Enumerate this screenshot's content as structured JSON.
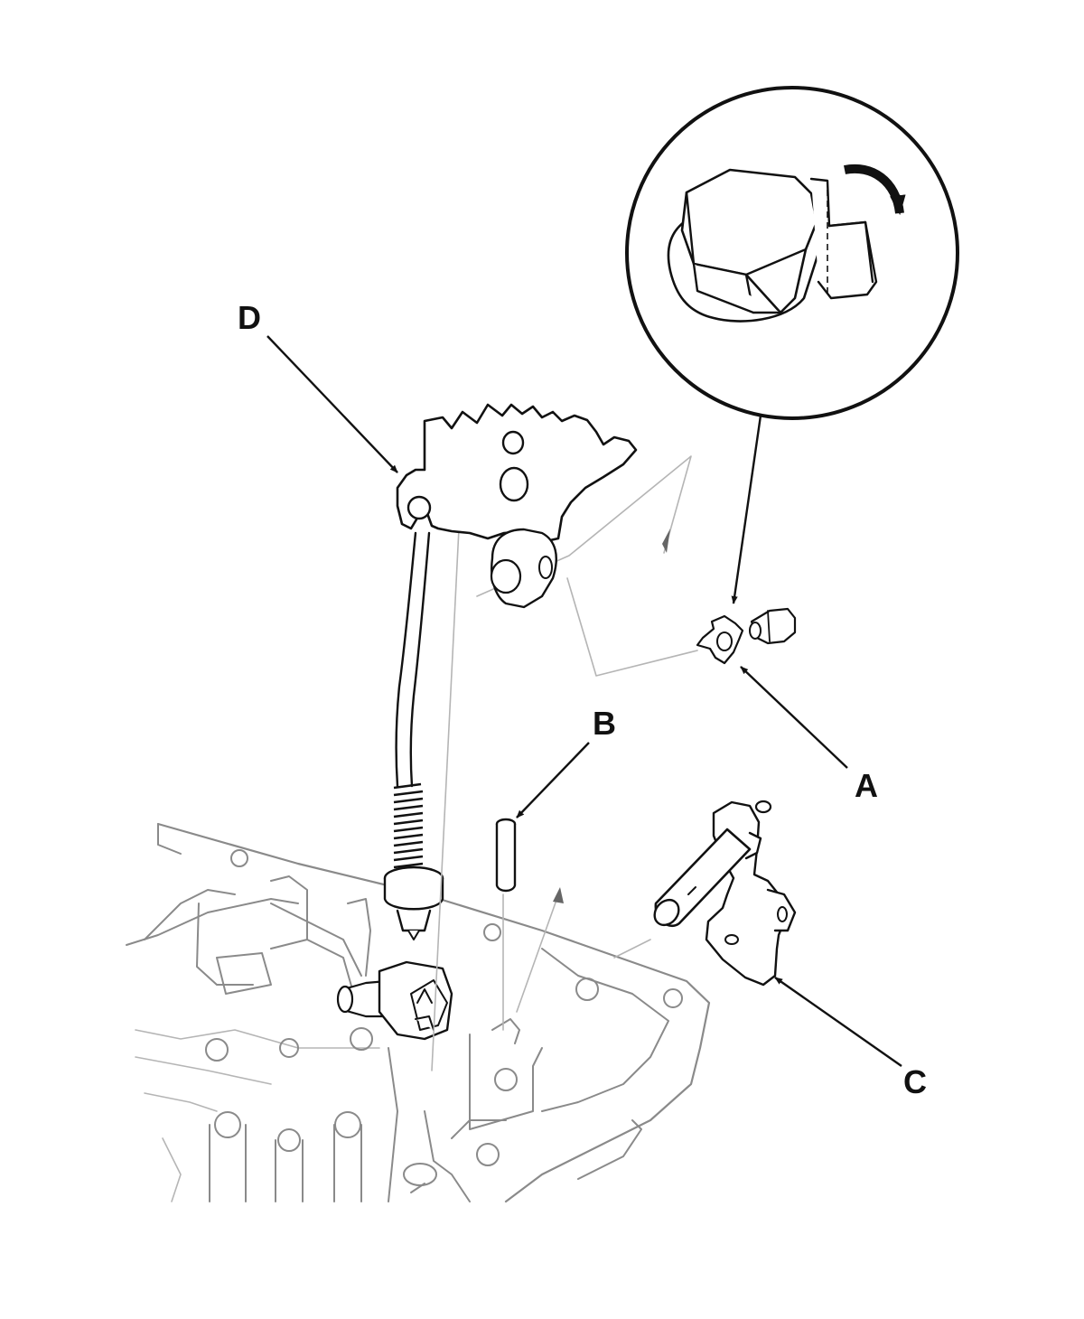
{
  "callouts": {
    "a": "A",
    "b": "B",
    "c": "C",
    "d": "D"
  },
  "colors": {
    "line": "#111111",
    "part_outline": "#8a8a8a",
    "background": "#ffffff"
  },
  "icons": {
    "detail_view": "magnified-circle-bolt-lock-tab",
    "rotation_arrow": "curved-arrow-clockwise"
  }
}
